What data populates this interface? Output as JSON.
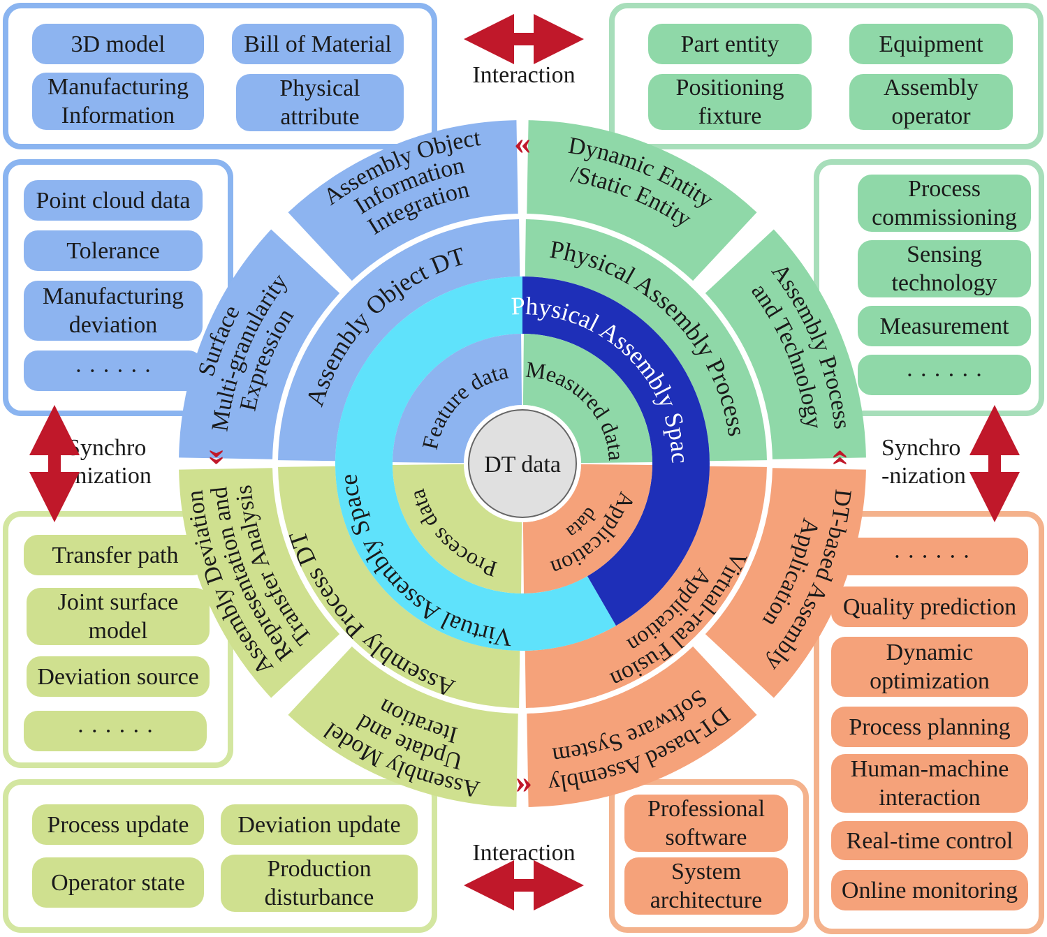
{
  "colors": {
    "blue": "#8db4f0",
    "green": "#8fd8a8",
    "olive": "#cfe08f",
    "orange": "#f5a27a",
    "cyan": "#5fe2fb",
    "navy": "#1e2fb8",
    "arrow_red": "#c0182a",
    "center_fill": "#e0e0e0"
  },
  "center": {
    "label": "DT data"
  },
  "inner_ring": {
    "feature": "Feature data",
    "measured": "Measured data",
    "process": "Process data",
    "application_1": "Application",
    "application_2": "data"
  },
  "space_ring": {
    "physical": "Physical Assembly Space",
    "virtual": "Virtual Assembly Space"
  },
  "dt_ring": {
    "assembly_object_dt": "Assembly Object DT",
    "physical_assembly_process": "Physical Assembly Process",
    "assembly_process_dt": "Assembly Process DT",
    "virtual_real_fusion_1": "Virtual-real Fusion",
    "virtual_real_fusion_2": "Application"
  },
  "outer_ring": {
    "info_integration": [
      "Assembly Object",
      "Information",
      "Integration"
    ],
    "dynamic_entity": [
      "Dynamic Entity",
      "/Static Entity"
    ],
    "surface_expression": [
      "Surface",
      "Multi-granularity",
      "Expression"
    ],
    "process_technology": [
      "Assembly Process",
      "and Technology"
    ],
    "deviation_analysis": [
      "Assembly Deviation",
      "Representation and",
      "Transfer Analysis"
    ],
    "dt_application": [
      "DT-based Assembly",
      "Application"
    ],
    "model_update": [
      "Assembly Model",
      "Update and",
      "Iteration"
    ],
    "software_system": [
      "DT-based Assembly",
      "Software System"
    ]
  },
  "connectors": {
    "interaction_top": "Interaction",
    "interaction_bottom": "Interaction",
    "sync_left": "Synchro\n-nization",
    "sync_right": "Synchro\n-nization"
  },
  "boxes": {
    "top_left": [
      "3D model",
      "Bill of Material",
      "Manufacturing\nInformation",
      "Physical\nattribute"
    ],
    "top_right": [
      "Part entity",
      "Equipment",
      "Positioning\nfixture",
      "Assembly\noperator"
    ],
    "mid_left": [
      "Point cloud data",
      "Tolerance",
      "Manufacturing\ndeviation",
      "· · · · · ·"
    ],
    "mid_right": [
      "Process\ncommissioning",
      "Sensing\ntechnology",
      "Measurement",
      "· · · · · ·"
    ],
    "low_left": [
      "Transfer path",
      "Joint surface\nmodel",
      "Deviation source",
      "· · · · · ·"
    ],
    "low_right": [
      "· · · · · ·",
      "Quality prediction",
      "Dynamic\noptimization",
      "Process planning",
      "Human-machine\ninteraction",
      "Real-time control",
      "Online monitoring"
    ],
    "bottom_left": [
      "Process update",
      "Deviation update",
      "Operator state",
      "Production\ndisturbance"
    ],
    "bottom_right": [
      "Professional\nsoftware",
      "System\narchitecture"
    ]
  }
}
